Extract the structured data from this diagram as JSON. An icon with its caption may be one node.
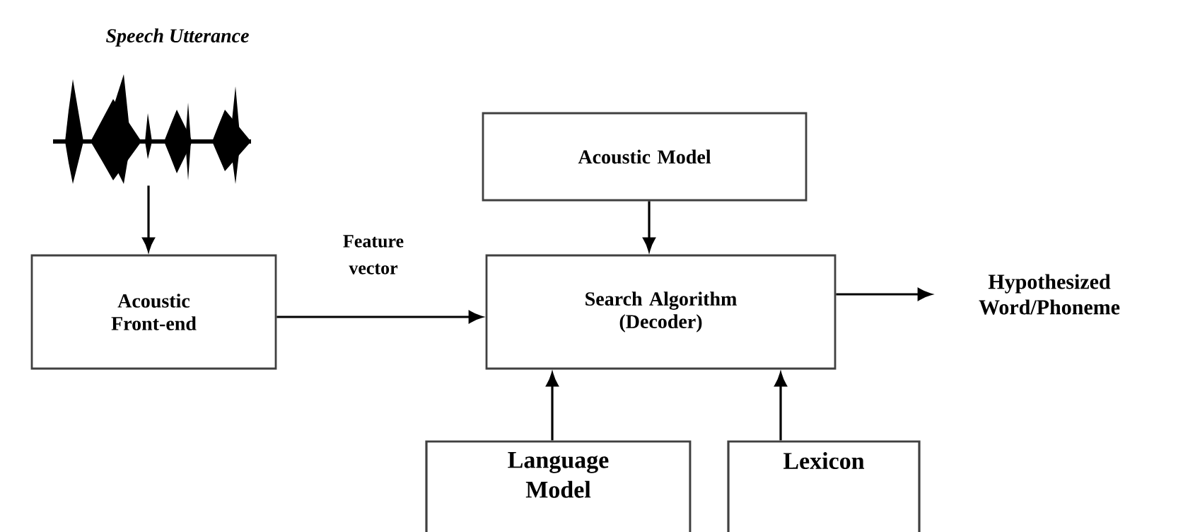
{
  "diagram": {
    "nodes": [
      {
        "text": [],
        "shape": "picture",
        "beside": [
          "Speech Utterance"
        ]
      },
      {
        "text": [
          "Acoustic Front-end"
        ]
      },
      {
        "text": [
          "Acoustic Model"
        ]
      },
      {
        "text": [
          "Search Algorithm (Decoder)"
        ]
      },
      {
        "text": [
          "Hypothesized Word/Phoneme"
        ]
      },
      {
        "text": [
          "Language Model"
        ]
      },
      {
        "text": [
          "Lexicon"
        ]
      }
    ],
    "edges": [
      {
        "from": 0,
        "to": 1,
        "arrow": "to"
      },
      {
        "from": 1,
        "to": 3,
        "arrow": "to",
        "label": "Feature vector"
      },
      {
        "from": 2,
        "to": 3,
        "arrow": "to"
      },
      {
        "from": 5,
        "to": 3,
        "arrow": "to"
      },
      {
        "from": 6,
        "to": 3,
        "arrow": "to"
      },
      {
        "from": 3,
        "to": 4,
        "arrow": "to"
      }
    ]
  }
}
